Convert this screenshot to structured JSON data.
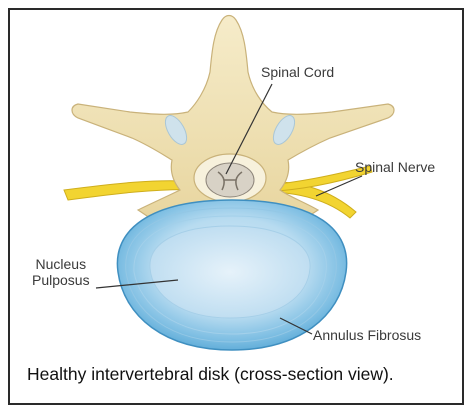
{
  "labels": {
    "spinal_cord": "Spinal Cord",
    "spinal_nerve": "Spinal Nerve",
    "nucleus_line1": "Nucleus",
    "nucleus_line2": "Pulposus",
    "annulus": "Annulus Fibrosus"
  },
  "caption": "Healthy intervertebral disk (cross-section view).",
  "colors": {
    "bone": "#f3e6bd",
    "bone_outline": "#c9b27a",
    "nerve": "#f2d431",
    "disk_outer": "#6bb4dc",
    "disk_inner": "#cfe6f4",
    "cartilage": "#cfe2ec",
    "frame": "#2a2a2a"
  }
}
